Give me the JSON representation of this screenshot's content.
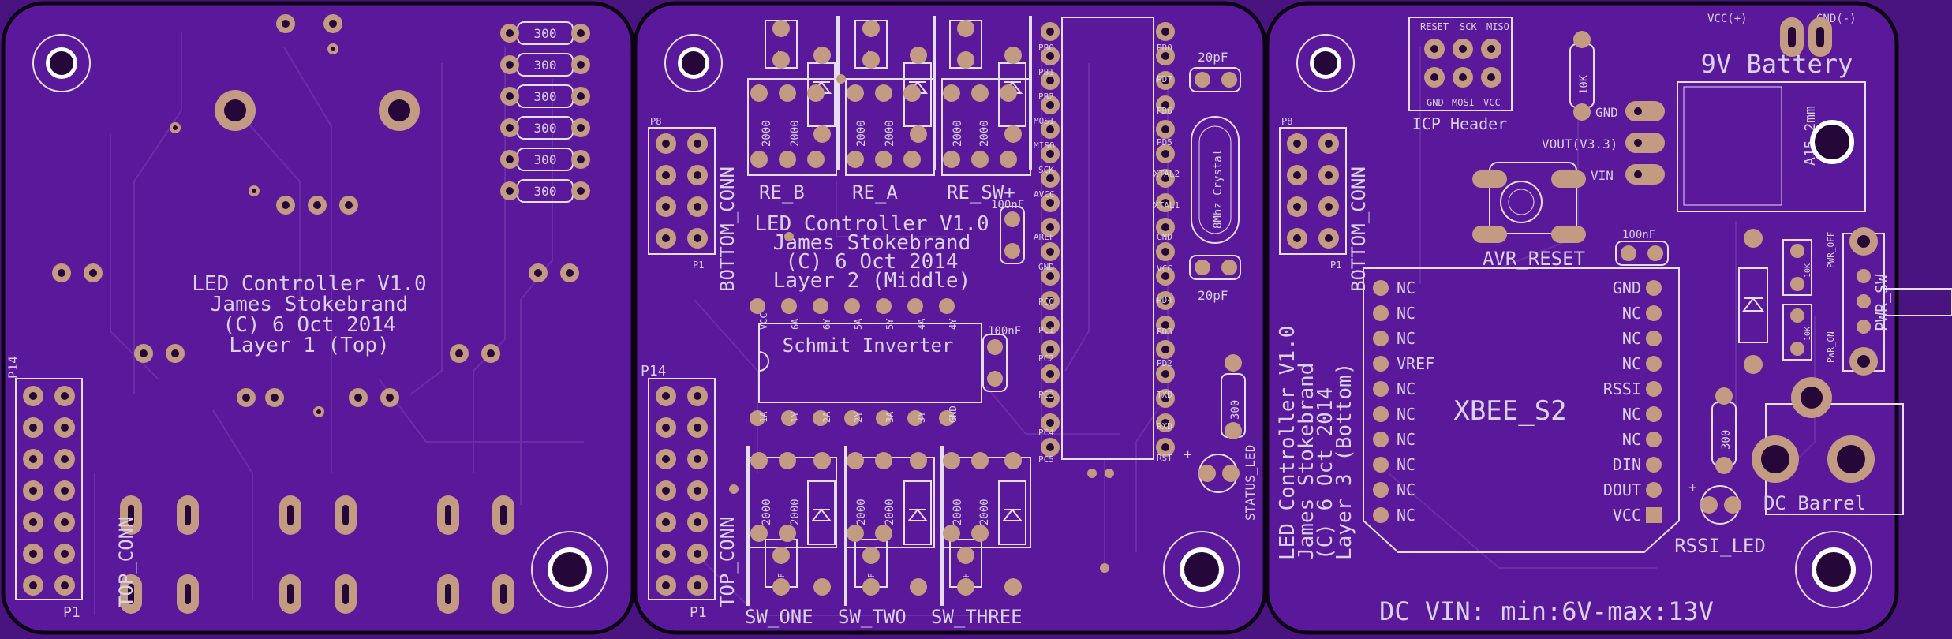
{
  "colors": {
    "background": "#4a1480",
    "board": "#5a189a",
    "silkscreen": "#e4def0",
    "copper_pad": "#c39a82",
    "drill": "#250839",
    "trace": "#6a2ea6"
  },
  "boards": {
    "top": {
      "title_lines": [
        "LED Controller V1.0",
        "James Stokebrand",
        "(C) 6 Oct 2014",
        "Layer 1 (Top)"
      ],
      "connector_label": "TOP_CONN",
      "p14": "P14",
      "p1": "P1",
      "resistor_value": "300"
    },
    "middle": {
      "title_lines": [
        "LED Controller V1.0",
        "James Stokebrand",
        "(C) 6 Oct 2014",
        "Layer 2 (Middle)"
      ],
      "bottom_conn": "BOTTOM_CONN",
      "top_conn": "TOP_CONN",
      "p8": "P8",
      "p1a": "P1",
      "p14": "P14",
      "p1b": "P1",
      "re_b": "RE_B",
      "re_a": "RE_A",
      "re_sw": "RE_SW+",
      "sw_one": "SW_ONE",
      "sw_two": "SW_TWO",
      "sw_three": "SW_THREE",
      "inverter": "Schmit Inverter",
      "inv_top_pins": [
        "VCC",
        "6A",
        "6Y",
        "5A",
        "5Y",
        "4A",
        "4Y"
      ],
      "inv_bottom_pins": [
        "1A",
        "1Y",
        "2A",
        "2Y",
        "3A",
        "3Y",
        "GND"
      ],
      "r2000": "2000",
      "cap_100nf_a": "100nF",
      "cap_100nf_b": "100nF",
      "cap_20pf_a": "20pF",
      "cap_20pf_b": "20pF",
      "cap_1nf": "1nF",
      "crystal_lines": [
        "8Mhz Crystal"
      ],
      "status_led": "STATUS_LED",
      "r300": "300",
      "mcu_left": [
        "PB0",
        "PB1",
        "PB2",
        "MOSI",
        "MISO",
        "SCK",
        "AVCC",
        "AREF",
        "GND",
        "PC0",
        "PC1",
        "PC2",
        "PC3",
        "PC4",
        "PC5"
      ],
      "mcu_right": [
        "PD0",
        "PD7",
        "PD6",
        "PD5",
        "XTAL2",
        "XTAL1",
        "GND",
        "VCC",
        "PD4",
        "PD3",
        "PD2",
        "TXD",
        "RXD",
        "RST"
      ]
    },
    "bottom": {
      "title_lines": [
        "LED Controller V1.0",
        "James Stokebrand",
        "(C) 6 Oct 2014",
        "Layer 3 (Bottom)"
      ],
      "icp_header": "ICP Header",
      "icp_top": [
        "RESET",
        "SCK",
        "MISO"
      ],
      "icp_bottom": [
        "GND",
        "MOSI",
        "VCC"
      ],
      "r10k": "10K",
      "vcc_plus": "VCC(+)",
      "gnd_minus": "GND(-)",
      "battery": "9V Battery",
      "regulator": "A15,2mm",
      "reg_pins": [
        "GND",
        "VOUT(V3.3)",
        "VIN"
      ],
      "avr_reset": "AVR_RESET",
      "cap_100nf": "100nF",
      "bottom_conn": "BOTTOM_CONN",
      "p8": "P8",
      "p1": "P1",
      "xbee": "XBEE_S2",
      "xbee_left": [
        "NC",
        "NC",
        "NC",
        "VREF",
        "NC",
        "NC",
        "NC",
        "NC",
        "NC",
        "NC"
      ],
      "xbee_right": [
        "GND",
        "NC",
        "NC",
        "NC",
        "RSSI",
        "NC",
        "NC",
        "DIN",
        "DOUT",
        "VCC"
      ],
      "r300": "300",
      "rssi_led": "RSSI_LED",
      "pwr_sw": "PWR_SW",
      "pwr_off": "PWR_OFF",
      "pwr_on": "PWR_ON",
      "pwr_r_a": "10K",
      "pwr_r_b": "10K",
      "dc_barrel": "DC Barrel",
      "dc_vin": "DC VIN: min:6V-max:13V"
    }
  }
}
